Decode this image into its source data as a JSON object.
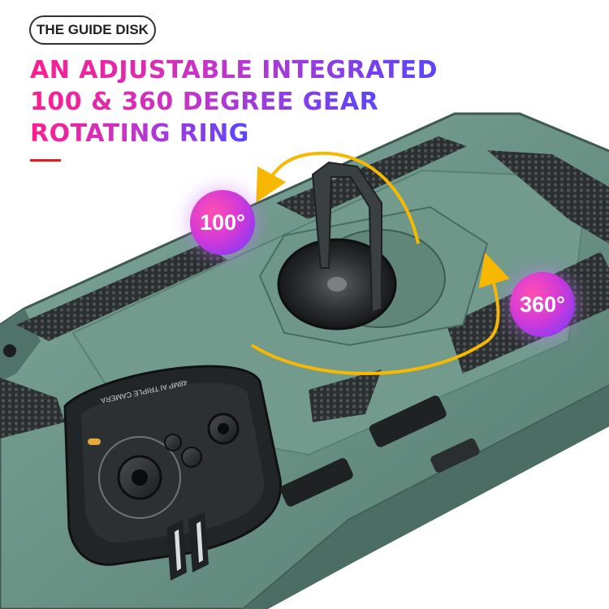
{
  "header": {
    "pill_label": "THE GUIDE DISK",
    "headline_lines": [
      "AN ADJUSTABLE INTEGRATED",
      "100 & 360 DEGREE GEAR",
      "ROTATING RING"
    ]
  },
  "badges": {
    "small_angle": "100°",
    "full_angle": "360°"
  },
  "camera_module": {
    "label": "48MP AI TRIPLE CAMERA"
  },
  "colors": {
    "case_body": "#6e9689",
    "case_dark": "#4f7368",
    "accent_red": "#e41b1b",
    "arrow_yellow": "#f6b800",
    "gradient_start": "#ff1d8e",
    "gradient_end": "#5a45ff"
  },
  "icons": [
    "rotate-arrow-icon",
    "rotate-arrow-icon",
    "ring-holder-icon"
  ]
}
